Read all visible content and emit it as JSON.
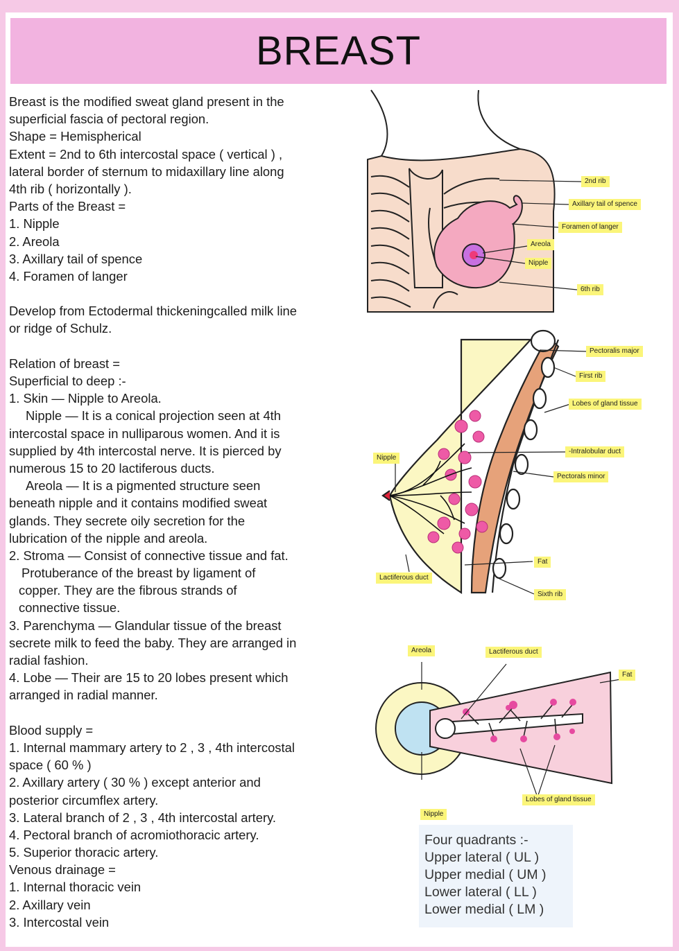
{
  "title": "BREAST",
  "intro": {
    "lines": [
      "Breast is the modified sweat gland present in the",
      "superficial fascia of pectoral region.",
      "Shape = Hemispherical",
      "Extent = 2nd to 6th intercostal space ( vertical ) ,",
      "lateral border of sternum to midaxillary line along",
      "4th rib ( horizontally ).",
      "Parts of the Breast =",
      "1. Nipple",
      "2. Areola",
      "3. Axillary tail of spence",
      "4. Foramen of langer"
    ]
  },
  "development": {
    "lines": [
      "Develop from Ectodermal thickeningcalled milk line",
      "or ridge of Schulz."
    ]
  },
  "relation": {
    "heading": "Relation of breast =",
    "sub": "Superficial to deep :-",
    "skin": "1. Skin — Nipple to Areola.",
    "nipple_lines": [
      "Nipple — It is a conical projection seen at 4th",
      "intercostal space in nulliparous women. And it is",
      "supplied by 4th intercostal  nerve. It is pierced by",
      "numerous 15 to 20 lactiferous ducts."
    ],
    "areola_lines": [
      "Areola — It is a pigmented structure seen",
      "beneath nipple and it contains modified sweat",
      "glands. They secrete oily secretion for the",
      "lubrication of the nipple and areola."
    ],
    "stroma": "2. Stroma — Consist of connective tissue and fat.",
    "stroma_lines": [
      "Protuberance of the breast by ligament of",
      "copper. They are the fibrous strands of",
      "connective tissue."
    ],
    "parenchyma_lines": [
      "3. Parenchyma — Glandular tissue of the breast",
      "secrete milk to feed the baby. They are arranged in",
      "radial fashion."
    ],
    "lobe_lines": [
      "4. Lobe — Their are 15 to 20 lobes present which",
      "arranged in radial manner."
    ]
  },
  "blood": {
    "heading": "Blood supply =",
    "lines": [
      "1. Internal mammary artery to 2 , 3 , 4th intercostal",
      "space ( 60 % )",
      "2. Axillary artery ( 30 % ) except anterior and",
      "posterior circumflex artery.",
      "3. Lateral branch of 2 , 3 , 4th intercostal artery.",
      "4. Pectoral branch of acromiothoracic artery.",
      "5. Superior thoracic artery."
    ],
    "venous_heading": "Venous drainage =",
    "venous_lines": [
      "1. Internal thoracic vein",
      "2. Axillary vein",
      "3. Intercostal vein"
    ]
  },
  "quadrants": {
    "heading": "Four quadrants :-",
    "items": [
      "Upper lateral ( UL )",
      "Upper medial ( UM )",
      "Lower lateral ( LL )",
      "Lower medial ( LM )"
    ]
  },
  "diagram1_labels": {
    "rib2": "2nd rib",
    "axillary_tail": "Axillary tail of spence",
    "foramen": "Foramen of langer",
    "areola": "Areola",
    "nipple": "Nipple",
    "rib6": "6th rib"
  },
  "diagram2_labels": {
    "pectoralis_major": "Pectoralis major",
    "first_rib": "First rib",
    "lobes": "Lobes of gland tissue",
    "intralobular": "-Intralobular duct",
    "pectoralis_minor": "Pectorals minor",
    "nipple": "Nipple",
    "fat": "Fat",
    "lactiferous": "Lactiferous duct",
    "sixth_rib": "Sixth rib"
  },
  "diagram3_labels": {
    "areola": "Areola",
    "lactiferous": "Lactiferous duct",
    "fat": "Fat",
    "lobes": "Lobes of gland tissue",
    "nipple": "Nipple"
  },
  "colors": {
    "background": "#f6c9e6",
    "title_bar": "#f2b3e0",
    "label_highlight": "#fbf57a",
    "skin": "#f7dccb",
    "breast": "#f4a9c0",
    "gland": "#ee5aa6",
    "muscle": "#e6a27a",
    "fat": "#fbf7c3",
    "areola": "#c870e0",
    "duct_sheath": "#f7d3de",
    "quadrant_box": "#eef4fb"
  }
}
